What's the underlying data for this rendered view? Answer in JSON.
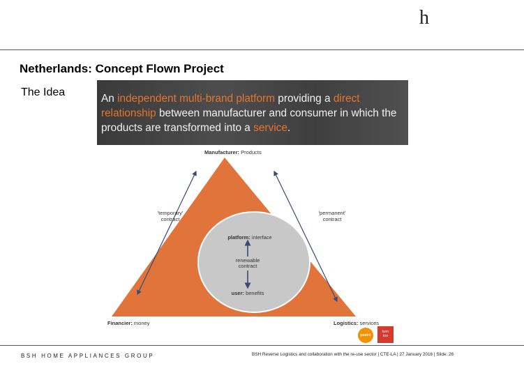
{
  "header": {
    "logo": "h"
  },
  "slide": {
    "title": "Netherlands: Concept Flown Project",
    "subheading": "The Idea"
  },
  "banner": {
    "parts": [
      {
        "text": "An ",
        "highlight": false
      },
      {
        "text": "independent multi-brand platform",
        "highlight": true
      },
      {
        "text": " providing a ",
        "highlight": false
      },
      {
        "text": "direct relationship",
        "highlight": true
      },
      {
        "text": " between manufacturer and consumer in which the products are transformed into a ",
        "highlight": false
      },
      {
        "text": "service",
        "highlight": true
      },
      {
        "text": ".",
        "highlight": false
      }
    ],
    "logo_postnl": "postnl",
    "logo_turntoo": "turn\ntoo"
  },
  "diagram": {
    "manufacturer_bold": "Manufacturer:",
    "manufacturer_rest": " Products",
    "financier_bold": "Financier:",
    "financier_rest": " money",
    "logistics_bold": "Logistics:",
    "logistics_rest": " services",
    "temporary_line1": "'temporary'",
    "temporary_line2": "contract",
    "permanent_line1": "'permanent'",
    "permanent_line2": "contract",
    "platform_bold": "platform:",
    "platform_rest": " interface",
    "renewable_line1": "renewable",
    "renewable_line2": "contract",
    "user_bold": "user:",
    "user_rest": " benefits",
    "triangle_color": "#e0743a",
    "circle_color": "#c8c8c8"
  },
  "footer": {
    "left": "BSH HOME APPLIANCES GROUP",
    "right": "BSH Reverse Logistics and collaboration with the re-use sector | CTE-LA | 27 January 2016 | Slide: 26"
  }
}
